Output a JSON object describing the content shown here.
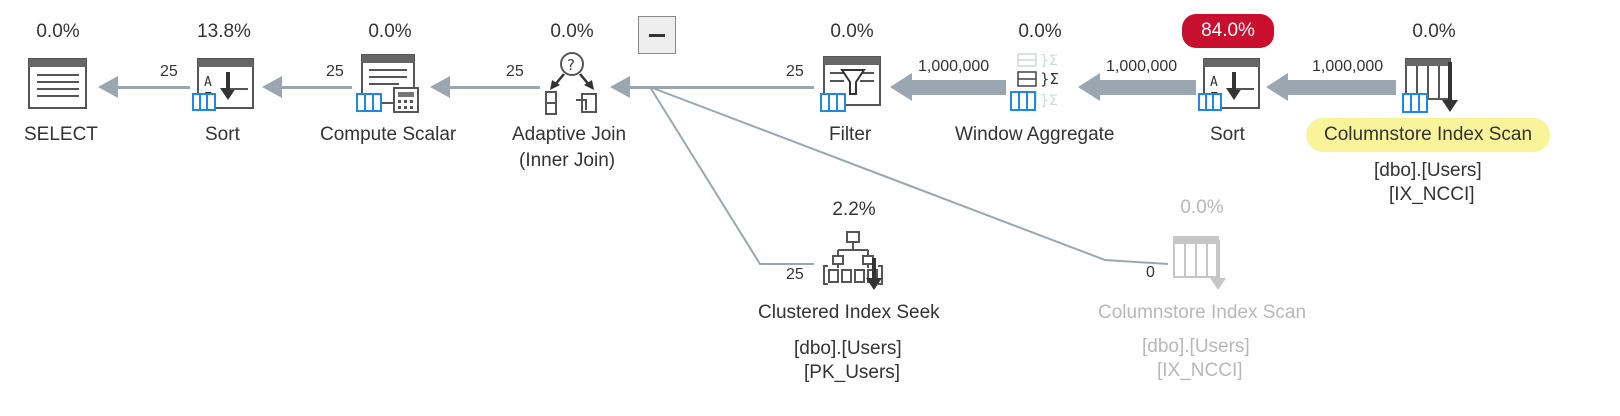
{
  "collapse_toggle": {
    "symbol": "minus"
  },
  "nodes": {
    "select": {
      "pct": "0.0%",
      "label": "SELECT",
      "icon": "select-icon"
    },
    "sort1": {
      "pct": "13.8%",
      "label": "Sort",
      "icon": "sort-icon"
    },
    "compute_scalar": {
      "pct": "0.0%",
      "label": "Compute Scalar",
      "icon": "compute-scalar-icon"
    },
    "adaptive_join": {
      "pct": "0.0%",
      "label_line1": "Adaptive Join",
      "label_line2": "(Inner Join)",
      "icon": "adaptive-join-icon"
    },
    "filter": {
      "pct": "0.0%",
      "label": "Filter",
      "icon": "filter-icon"
    },
    "window_aggregate": {
      "pct": "0.0%",
      "label": "Window Aggregate",
      "icon": "window-aggregate-icon"
    },
    "sort2": {
      "pct": "84.0%",
      "label": "Sort",
      "icon": "sort-icon",
      "hot_color": "#c8102e"
    },
    "cs_scan_top": {
      "pct": "0.0%",
      "label": "Columnstore Index Scan",
      "sub1": "[dbo].[Users]",
      "sub2": "[IX_NCCI]",
      "icon": "columnstore-scan-icon",
      "highlight_color": "#f9f49a"
    },
    "clustered_seek": {
      "pct": "2.2%",
      "label": "Clustered Index Seek",
      "sub1": "[dbo].[Users]",
      "sub2": "[PK_Users]",
      "icon": "clustered-index-seek-icon"
    },
    "cs_scan_bottom": {
      "pct": "0.0%",
      "label": "Columnstore Index Scan",
      "sub1": "[dbo].[Users]",
      "sub2": "[IX_NCCI]",
      "icon": "columnstore-scan-icon",
      "dimmed": true
    }
  },
  "edges": {
    "sort1_to_select": "25",
    "compute_to_sort1": "25",
    "join_to_compute": "25",
    "filter_to_join": "25",
    "window_to_filter": "1,000,000",
    "sort2_to_window": "1,000,000",
    "scan_to_sort2": "1,000,000",
    "seek_to_join": "25",
    "scan_bottom_to_join": "0"
  },
  "colors": {
    "edge": "#9aa7b1",
    "edge_dim": "#b7c0c8",
    "batch_blue": "#1e88e5"
  }
}
